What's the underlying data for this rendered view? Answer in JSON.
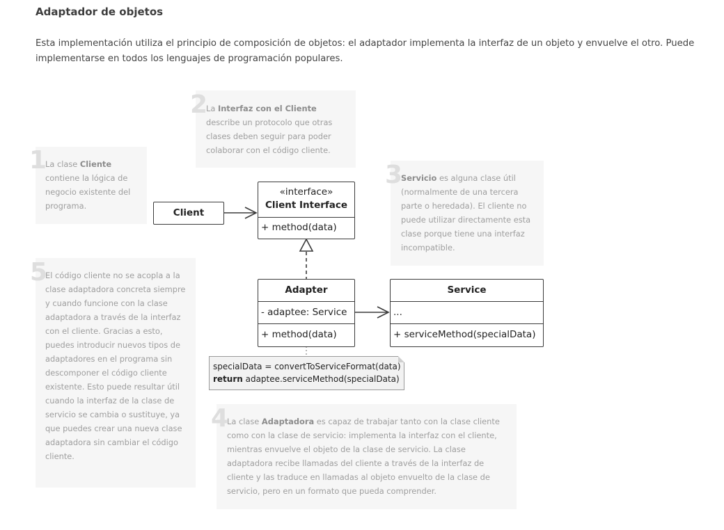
{
  "heading": "Adaptador de objetos",
  "intro": "Esta implementación utiliza el principio de composición de objetos: el adaptador implementa la interfaz de un objeto y envuelve el otro. Puede implementarse en todos los lenguajes de programación populares.",
  "notes": [
    {
      "number": "1",
      "bold": "Cliente",
      "pre": "La clase ",
      "post": " contiene la lógica de negocio existente del programa."
    },
    {
      "number": "2",
      "bold": "Interfaz con el Cliente",
      "pre": "La ",
      "post": " describe un protocolo que otras clases deben seguir para poder colaborar con el código cliente."
    },
    {
      "number": "3",
      "bold": "Servicio",
      "pre": "",
      "post": " es alguna clase útil (normalmente de una tercera parte o heredada). El cliente no puede utilizar directamente esta clase porque tiene una interfaz incompatible."
    },
    {
      "number": "4",
      "bold": "Adaptadora",
      "pre": "La clase ",
      "post": " es capaz de trabajar tanto con la clase cliente como con la clase de servicio: implementa la interfaz con el cliente, mientras envuelve el objeto de la clase de servicio. La clase adaptadora recibe llamadas del cliente a través de la interfaz de cliente y las traduce en llamadas al objeto envuelto de la clase de servicio, pero en un formato que pueda comprender."
    },
    {
      "number": "5",
      "bold": "",
      "pre": "El código cliente no se acopla a la clase adaptadora concreta siempre y cuando funcione con la clase adaptadora a través de la interfaz con el cliente. Gracias a esto, puedes introducir nuevos tipos de adaptadores en el programa sin descomponer el código cliente existente. Esto puede resultar útil cuando la interfaz de la clase de servicio se cambia o sustituye, ya que puedes crear una nueva clase adaptadora sin cambiar el código cliente.",
      "post": ""
    }
  ],
  "diagram": {
    "client": "Client",
    "interface": {
      "stereotype": "«interface»",
      "name": "Client Interface",
      "method": "+ method(data)"
    },
    "adapter": {
      "name": "Adapter",
      "field": "- adaptee: Service",
      "method": "+ method(data)"
    },
    "service": {
      "name": "Service",
      "field": "...",
      "method": "+ serviceMethod(specialData)"
    },
    "code": {
      "line1": "specialData = convertToServiceFormat(data)",
      "keyword": "return",
      "line2": " adaptee.serviceMethod(specialData)"
    }
  }
}
